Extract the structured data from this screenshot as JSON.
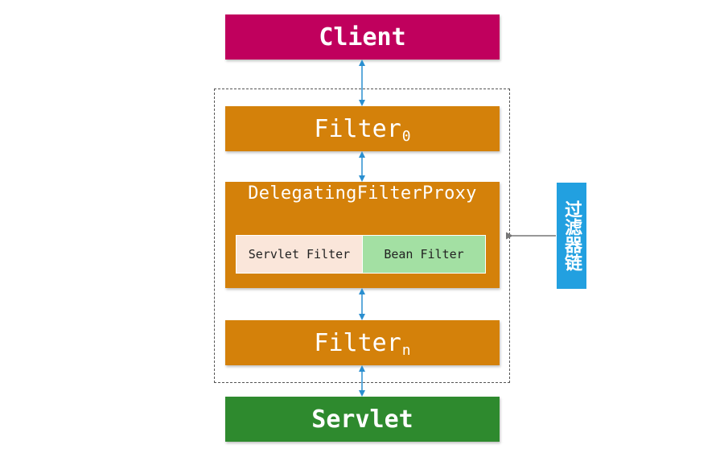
{
  "nodes": {
    "client": "Client",
    "filter0_main": "Filter",
    "filter0_sub": "0",
    "proxy_title": "DelegatingFilterProxy",
    "servlet_filter": "Servlet Filter",
    "bean_filter": "Bean Filter",
    "filtern_main": "Filter",
    "filtern_sub": "n",
    "servlet": "Servlet"
  },
  "chain_label": "过滤器链",
  "colors": {
    "client": "#c0005d",
    "filter": "#d4810a",
    "servlet_filter_bg": "#fae6da",
    "bean_filter_bg": "#a3e0a3",
    "servlet": "#2e8a2e",
    "chain_label_bg": "#22a0e0",
    "arrow": "#2a8fd0",
    "pointer_arrow": "#777777"
  }
}
